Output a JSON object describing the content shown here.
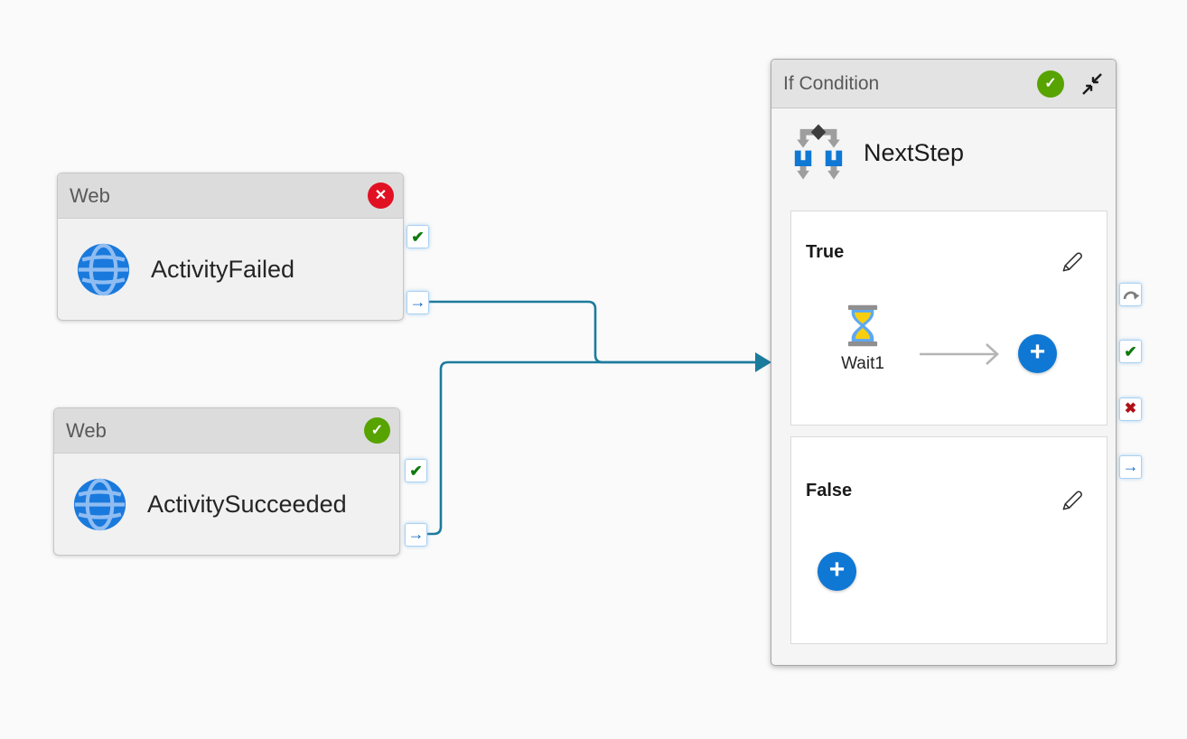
{
  "colors": {
    "canvas_bg": "#fafafa",
    "connection_line": "#1b7b9d",
    "accent_blue": "#0f78d4",
    "success_green": "#57a300",
    "error_red": "#e11123",
    "port_check_green": "#0e7a0e",
    "port_cross_red": "#b01116",
    "port_arrow_blue": "#1068c8"
  },
  "activities": [
    {
      "type_label": "Web",
      "name": "ActivityFailed",
      "status": "Failed"
    },
    {
      "type_label": "Web",
      "name": "ActivitySucceeded",
      "status": "Succeeded"
    }
  ],
  "if_condition": {
    "type_label": "If Condition",
    "name": "NextStep",
    "status": "Succeeded",
    "true_branch": {
      "label": "True",
      "activities": [
        {
          "name": "Wait1",
          "type": "Wait"
        }
      ]
    },
    "false_branch": {
      "label": "False",
      "activities": []
    }
  },
  "connections": [
    {
      "from": "ActivityFailed",
      "from_port": "completion",
      "to": "NextStep"
    },
    {
      "from": "ActivitySucceeded",
      "from_port": "completion",
      "to": "NextStep"
    }
  ],
  "icons": {
    "check_glyph": "✔",
    "cross_glyph": "✖",
    "arrow_glyph": "→",
    "add_glyph": "+",
    "badge_check_glyph": "✓",
    "badge_cross_glyph": "✕"
  }
}
